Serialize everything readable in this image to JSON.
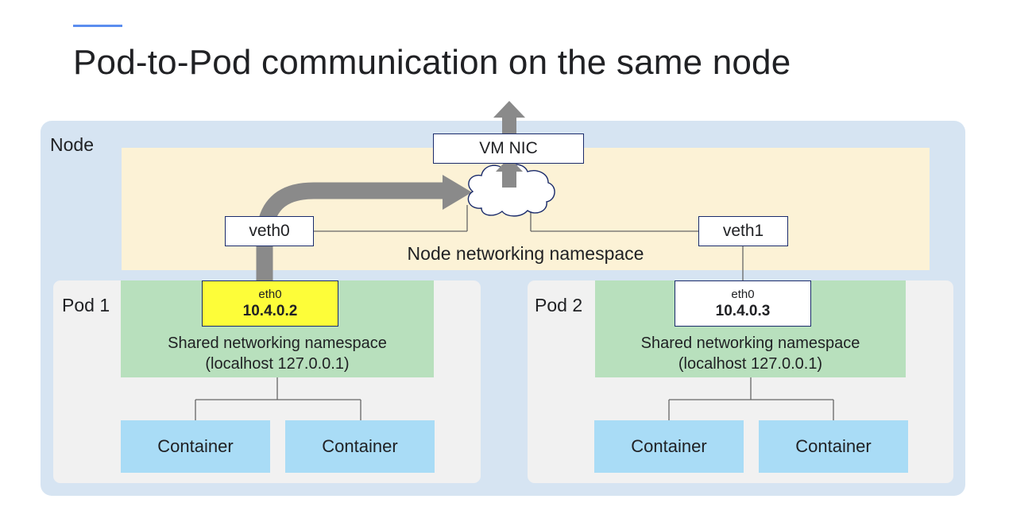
{
  "title": "Pod-to-Pod communication on the same node",
  "colors": {
    "accent": "#5b8def",
    "node_background": "#d6e4f2",
    "node_namespace_background": "#fcf2d6",
    "pod_background": "#f1f1f1",
    "shared_namespace_background": "#b8e0bd",
    "highlighted_interface": "#fdfd39",
    "container_background": "#a9dcf6",
    "flow_arrow": "#8a8a8a"
  },
  "node": {
    "label": "Node",
    "vm_nic": "VM NIC",
    "namespace_label": "Node networking namespace",
    "veth": [
      "veth0",
      "veth1"
    ]
  },
  "pods": [
    {
      "label": "Pod 1",
      "eth_name": "eth0",
      "eth_ip": "10.4.0.2",
      "highlighted": true,
      "shared_namespace": "Shared networking namespace",
      "localhost": "(localhost 127.0.0.1)",
      "containers": [
        "Container",
        "Container"
      ]
    },
    {
      "label": "Pod 2",
      "eth_name": "eth0",
      "eth_ip": "10.4.0.3",
      "highlighted": false,
      "shared_namespace": "Shared networking namespace",
      "localhost": "(localhost 127.0.0.1)",
      "containers": [
        "Container",
        "Container"
      ]
    }
  ],
  "icons": {
    "cloud": "bridge-cloud-icon",
    "flow": "traffic-arrow-icon"
  }
}
